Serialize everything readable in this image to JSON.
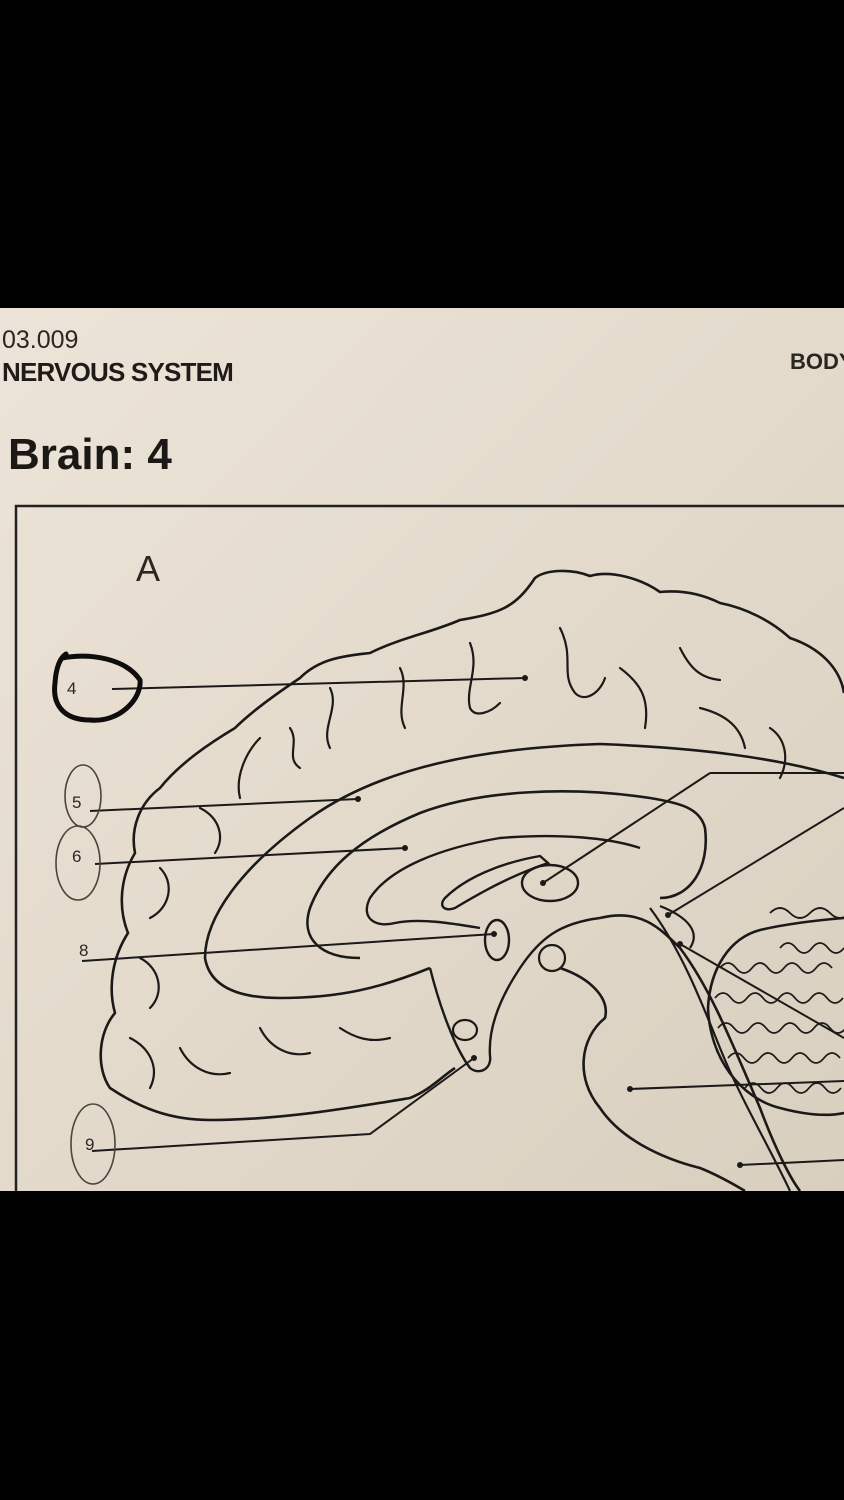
{
  "header": {
    "code": "03.009",
    "section": "NERVOUS SYSTEM",
    "right_tag": "BODY"
  },
  "title": "Brain: 4",
  "panel_label": "A",
  "callouts": [
    {
      "number": "4"
    },
    {
      "number": "5"
    },
    {
      "number": "6"
    },
    {
      "number": "8"
    },
    {
      "number": "9"
    }
  ]
}
